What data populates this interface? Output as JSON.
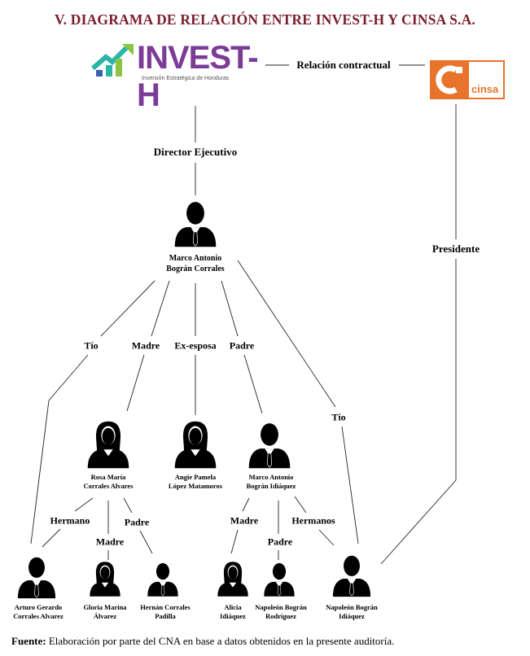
{
  "title": "V. DIAGRAMA DE RELACIÓN ENTRE INVEST-H Y CINSA S.A.",
  "logos": {
    "invest": {
      "text": "INVEST-H",
      "subtitle": "Inversión Estratégica de Honduras"
    },
    "cinsa": {
      "text": "cinsa"
    }
  },
  "relations": {
    "contractual": "Relación contractual",
    "director": "Director Ejecutivo",
    "presidente": "Presidente",
    "tio_left": "Tío",
    "madre_top": "Madre",
    "exesposa": "Ex-esposa",
    "padre_top": "Padre",
    "tio_right": "Tío",
    "hermano": "Hermano",
    "madre_mid": "Madre",
    "padre_left": "Padre",
    "madre_right": "Madre",
    "hermanos": "Hermanos",
    "padre_right": "Padre"
  },
  "people": {
    "marco_main": "Marco Antonio\nBográn Corrales",
    "rosa": "Rosa María\nCorrales Alvares",
    "angie": "Angie Pamela\nLópez Matamoros",
    "marco_padre": "Marco Antonio\nBográn Idiáquez",
    "arturo": "Arturo Gerardo\nCorrales Alvarez",
    "gloria": "Gloria Marina\nÁlvarez",
    "hernan": "Hernán Corrales\nPadilla",
    "alicia": "Alicia\nIdiáquez",
    "napoleon_r": "Napoleón Bográn\nRodríguez",
    "napoleon_i": "Napoleón Bográn\nIdiáquez"
  },
  "footer": {
    "label": "Fuente:",
    "text": " Elaboración por parte del CNA en base a datos obtenidos en la presente auditoría."
  }
}
